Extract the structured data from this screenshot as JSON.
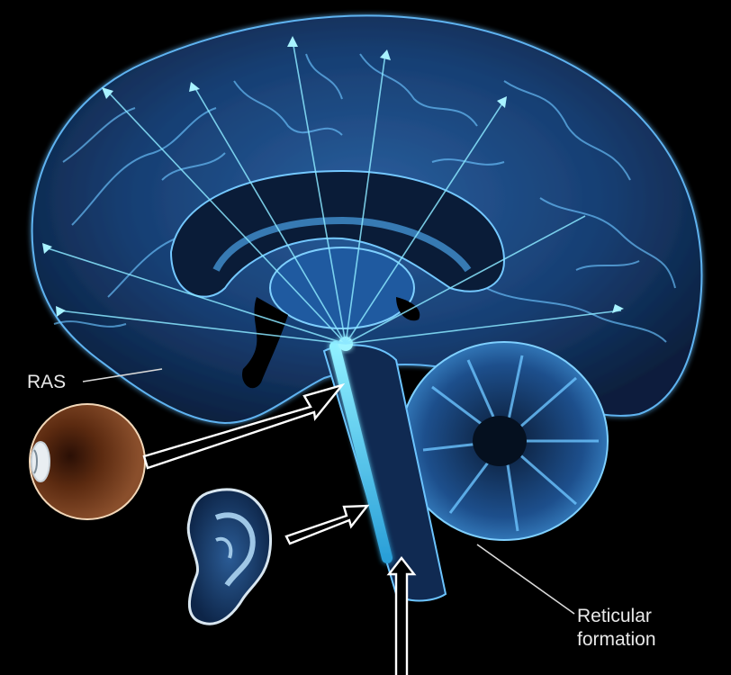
{
  "labels": {
    "ras": "RAS",
    "reticular_formation": "Reticular\nformation"
  },
  "colors": {
    "background": "#000000",
    "brain_fill": "#163a6b",
    "brain_glow": "#2d7fd6",
    "pathway": "#7fe3ff",
    "eye_iris": "#5a2a12",
    "label_text": "#e8e8e8"
  },
  "icons": [
    "brain-illustration",
    "eye-icon",
    "ear-icon",
    "arrow-icon"
  ]
}
